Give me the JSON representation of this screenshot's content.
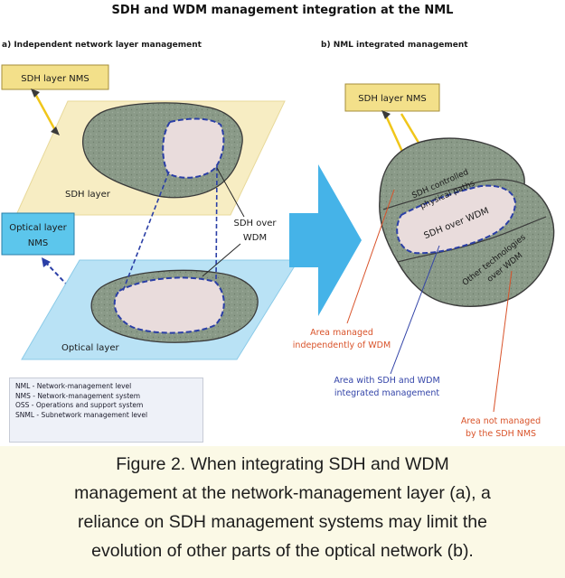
{
  "title": "SDH and WDM management integration at the NML",
  "panel_a": {
    "heading": "a) Independent network layer management",
    "sdh_nms": "SDH layer NMS",
    "sdh_layer": "SDH layer",
    "optical_nms_line1": "Optical layer",
    "optical_nms_line2": "NMS",
    "sdh_over_wdm_line1": "SDH over",
    "sdh_over_wdm_line2": "WDM",
    "optical_layer": "Optical layer"
  },
  "panel_b": {
    "heading": "b) NML integrated management",
    "sdh_nms": "SDH layer NMS",
    "sdh_controlled_line1": "SDH controlled",
    "sdh_controlled_line2": "physical paths",
    "sdh_over_wdm": "SDH over WDM",
    "other_tech_line1": "Other technologies",
    "other_tech_line2": "over WDM",
    "note1_line1": "Area managed",
    "note1_line2": "independently of WDM",
    "note2_line1": "Area with SDH and WDM",
    "note2_line2": "integrated management",
    "note3_line1": "Area not managed",
    "note3_line2": "by the SDH NMS"
  },
  "legend": [
    "NML - Network-management level",
    "NMS - Network-management system",
    "OSS - Operations and support system",
    "SNML - Subnetwork management level"
  ],
  "caption": [
    "Figure 2. When integrating SDH and WDM",
    "management at the network-management layer (a), a",
    "reliance on SDH management systems may limit the",
    "evolution of other parts of the optical network (b)."
  ],
  "colors": {
    "nms_box": "#f3e08a",
    "optical_box": "#5cc6ec",
    "sdh_plane": "#f7edc3",
    "optical_plane": "#b9e2f5",
    "cloud": "#8a9a88",
    "inner_area": "#e9dcdc",
    "dashed_boundary": "#2b3fa6",
    "arrow": "#45b3e8",
    "note_red": "#d9532a",
    "note_blue": "#3344a8"
  }
}
